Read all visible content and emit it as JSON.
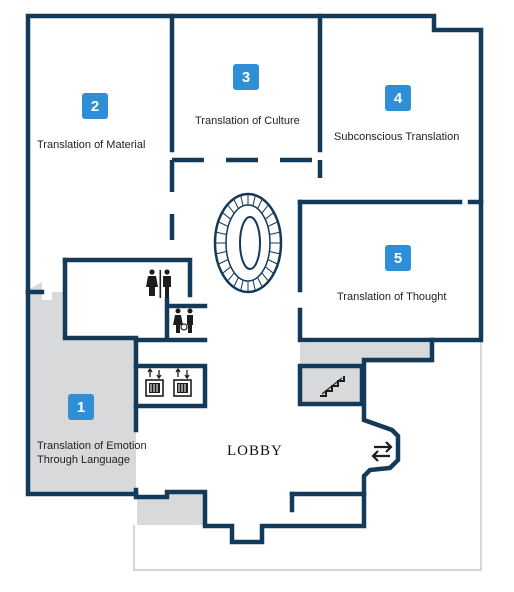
{
  "rooms": [
    {
      "number": "1",
      "name": "Translation of Emotion\nThrough Language"
    },
    {
      "number": "2",
      "name": "Translation of Material"
    },
    {
      "number": "3",
      "name": "Translation of Culture"
    },
    {
      "number": "4",
      "name": "Subconscious Translation"
    },
    {
      "number": "5",
      "name": "Translation of Thought"
    }
  ],
  "lobby_label": "LOBBY",
  "icons": [
    "restroom-icon",
    "family-restroom-icon",
    "elevator-icon",
    "elevator-icon",
    "stairs-icon",
    "exit-arrows-icon",
    "spiral-staircase-icon"
  ],
  "colors": {
    "wall": "#143a5a",
    "badge": "#2e8fd6",
    "shaded_area": "#d8d9da"
  }
}
